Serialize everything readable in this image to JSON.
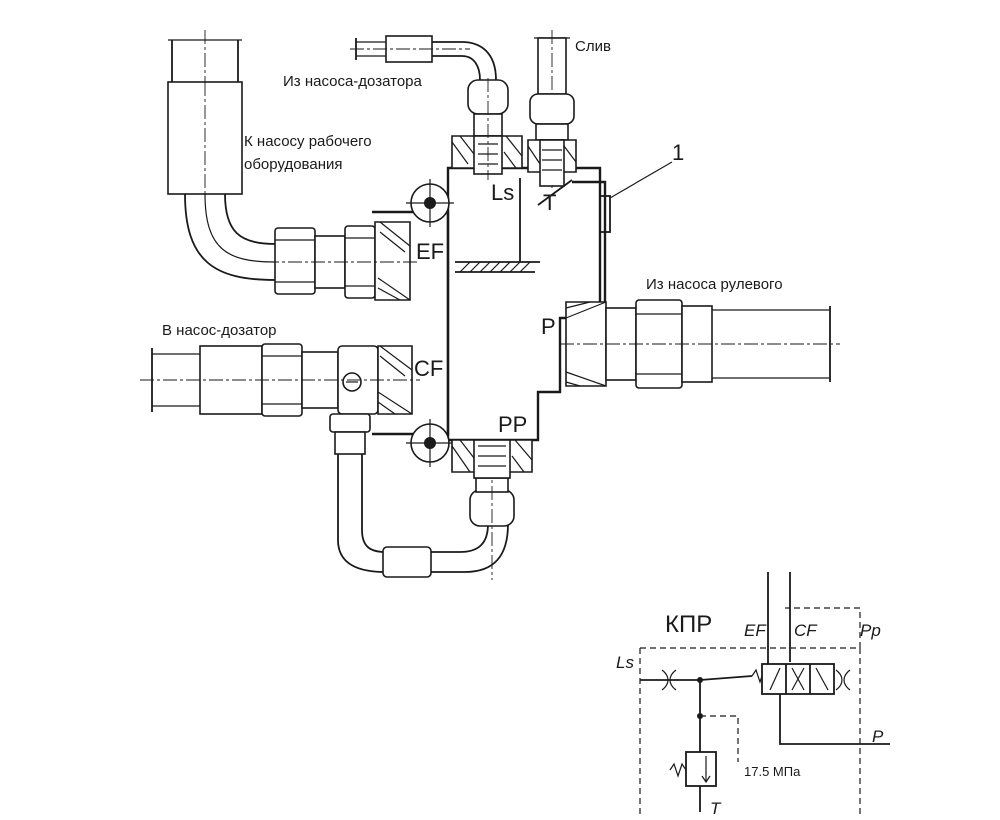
{
  "labels": {
    "from_metering_pump": "Из насоса-дозатора",
    "drain": "Слив",
    "to_work_pump_line1": "К  насосу рабочего",
    "to_work_pump_line2": "оборудования",
    "from_steering_pump": "Из насоса рулевого",
    "to_metering_pump": "В насос-дозатор",
    "callout": "1"
  },
  "ports": {
    "ls": "Ls",
    "t": "T",
    "ef": "EF",
    "p": "P",
    "cf": "CF",
    "pp": "PP"
  },
  "schematic": {
    "title": "КПР",
    "ef": "EF",
    "cf": "CF",
    "pp": "Pp",
    "ls": "Ls",
    "p": "P",
    "t": "T",
    "pressure": "17.5 МПа"
  }
}
